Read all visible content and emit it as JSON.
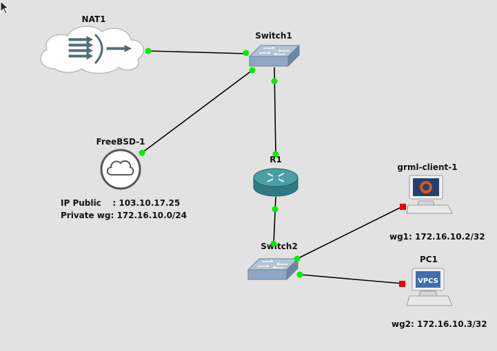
{
  "nodes": {
    "nat1": {
      "label": "NAT1"
    },
    "switch1": {
      "label": "Switch1"
    },
    "freebsd": {
      "label": "FreeBSD-1"
    },
    "r1": {
      "label": "R1"
    },
    "switch2": {
      "label": "Switch2"
    },
    "grml": {
      "label": "grml-client-1"
    },
    "pc1": {
      "label": "PC1",
      "icon_text": "VPCS"
    }
  },
  "notes": {
    "freebsd_line1": "IP Public    : 103.10.17.25",
    "freebsd_line2": "Private wg: 172.16.10.0/24",
    "grml_wg": "wg1: 172.16.10.2/32",
    "pc1_wg": "wg2: 172.16.10.3/32"
  },
  "colors": {
    "link_up": "#00ee00",
    "link_down": "#ee0000",
    "link_line": "#000000",
    "switch_blue": "#8fa7c2",
    "router_teal": "#3f8f97"
  }
}
